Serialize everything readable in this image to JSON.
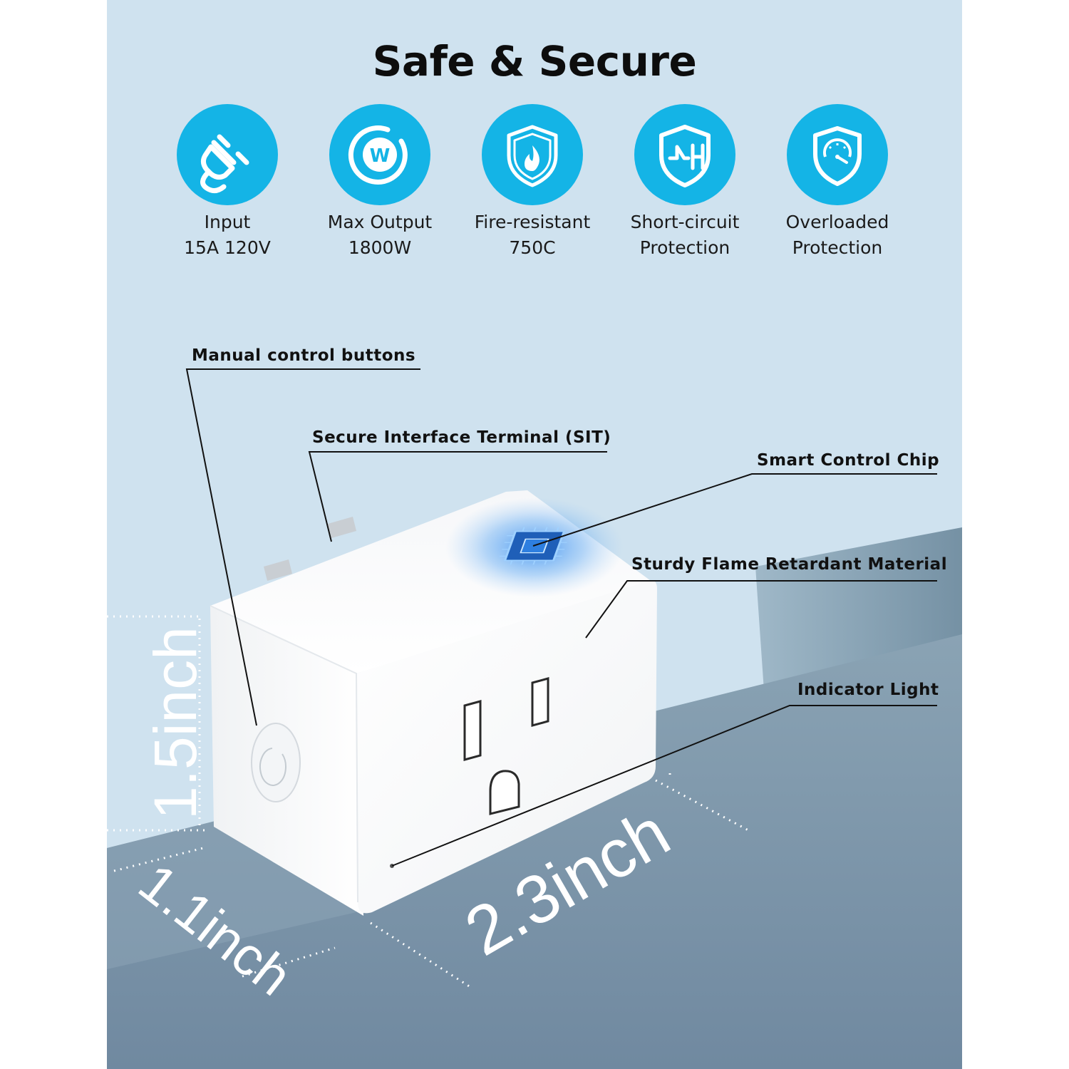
{
  "title": "Safe & Secure",
  "features": [
    {
      "icon": "plug-icon",
      "line1": "Input",
      "line2": "15A 120V"
    },
    {
      "icon": "watt-icon",
      "line1": "Max Output",
      "line2": "1800W"
    },
    {
      "icon": "fire-shield-icon",
      "line1": "Fire-resistant",
      "line2": "750C"
    },
    {
      "icon": "circuit-shield-icon",
      "line1": "Short-circuit",
      "line2": "Protection"
    },
    {
      "icon": "gauge-shield-icon",
      "line1": "Overloaded",
      "line2": "Protection"
    }
  ],
  "callouts": {
    "manual": "Manual control buttons",
    "sit": "Secure Interface Terminal (SIT)",
    "chip": "Smart Control Chip",
    "material": "Sturdy Flame Retardant Material",
    "indicator": "Indicator Light"
  },
  "dimensions": {
    "height": "1.5inch",
    "depth": "1.1inch",
    "width": "2.3inch"
  },
  "colors": {
    "background_top": "#cfe2ef",
    "wall_shade": "#7c98ab",
    "floor": "#7892a4",
    "icon_accent": "#14b4e6",
    "text": "#111111"
  }
}
